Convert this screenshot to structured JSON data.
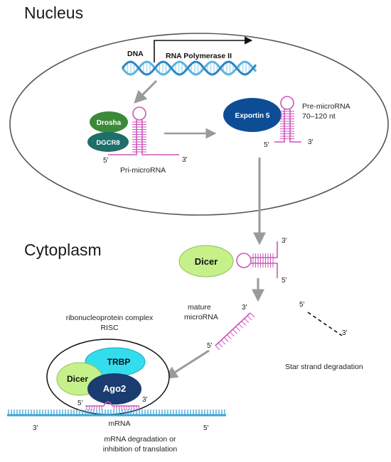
{
  "regions": {
    "nucleus": "Nucleus",
    "cytoplasm": "Cytoplasm"
  },
  "transcription": {
    "dna": "DNA",
    "polymerase": "RNA Polymerase II"
  },
  "processing": {
    "drosha": "Drosha",
    "dgcr8": "DGCR8",
    "pri_label": "Pri-microRNA",
    "pri_5": "5'",
    "pri_3": "3'"
  },
  "export": {
    "exportin": "Exportin 5",
    "pre_label_1": "Pre-microRNA",
    "pre_label_2": "70–120 nt",
    "pre_5": "5'",
    "pre_3": "3'"
  },
  "dicing": {
    "dicer": "Dicer",
    "end_3": "3'",
    "end_5": "5'"
  },
  "mature": {
    "label_1": "mature",
    "label_2": "microRNA",
    "end_3": "3'",
    "end_5": "5'"
  },
  "star": {
    "end_5": "5'",
    "end_3": "3'",
    "label": "Star strand degradation"
  },
  "risc": {
    "title_1": "ribonucleoprotein complex",
    "title_2": "RISC",
    "trbp": "TRBP",
    "dicer": "Dicer",
    "ago2": "Ago2",
    "end_5": "5'",
    "end_3": "3'"
  },
  "mrna": {
    "label": "mRNA",
    "end_3": "3'",
    "end_5": "5'",
    "outcome_1": "mRNA degradation or",
    "outcome_2": "inhibition of translation"
  },
  "colors": {
    "mirna": "#cc55bb",
    "drosha": "#3a8a3a",
    "dgcr8": "#1e6e6a",
    "exportin": "#0d4d96",
    "dicer": "#c6f08a",
    "trbp": "#33dded",
    "ago2": "#1a3c70",
    "dna_strand": "#5ab4dc",
    "mrna": "#3aa6d8",
    "arrow": "#999999"
  }
}
